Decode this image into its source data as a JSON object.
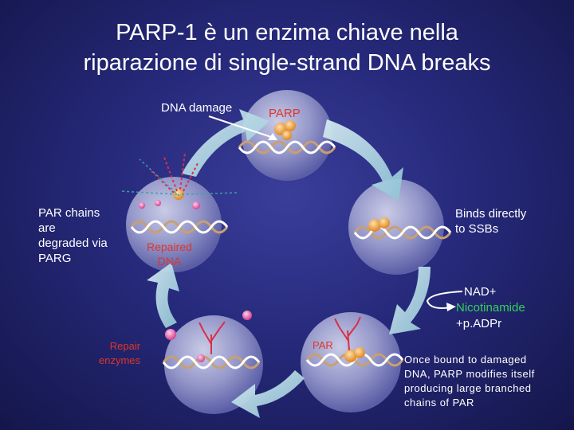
{
  "title": {
    "line1": "PARP-1 è un enzima chiave nella",
    "line2": "riparazione di single-strand DNA breaks"
  },
  "labels": {
    "dna_damage": "DNA damage",
    "parp_top": "PARP",
    "binds_directly": [
      "Binds directly",
      "to SSBs"
    ],
    "nad": "NAD+",
    "nicotinamide": "Nicotinamide",
    "padpr": "+p.ADPr",
    "once_bound": [
      "Once bound to damaged",
      "DNA, PARP modifies itself",
      "producing large branched",
      "chains of PAR"
    ],
    "par_bottom": "PAR",
    "repair_enzymes": [
      "Repair",
      "enzymes"
    ],
    "repaired_dna": [
      "Repaired",
      "DNA"
    ],
    "par_chains": [
      "PAR chains",
      "are",
      "degraded via",
      "PARG"
    ]
  },
  "colors": {
    "background": "#26297a",
    "sphere": "#8d90c4",
    "arrow": "#a9d3e0",
    "accent_red": "#e0352a",
    "nicotinamide_green": "#33d15a",
    "parp_protein": "#f2b35a",
    "par_chain": "#d8304a"
  }
}
